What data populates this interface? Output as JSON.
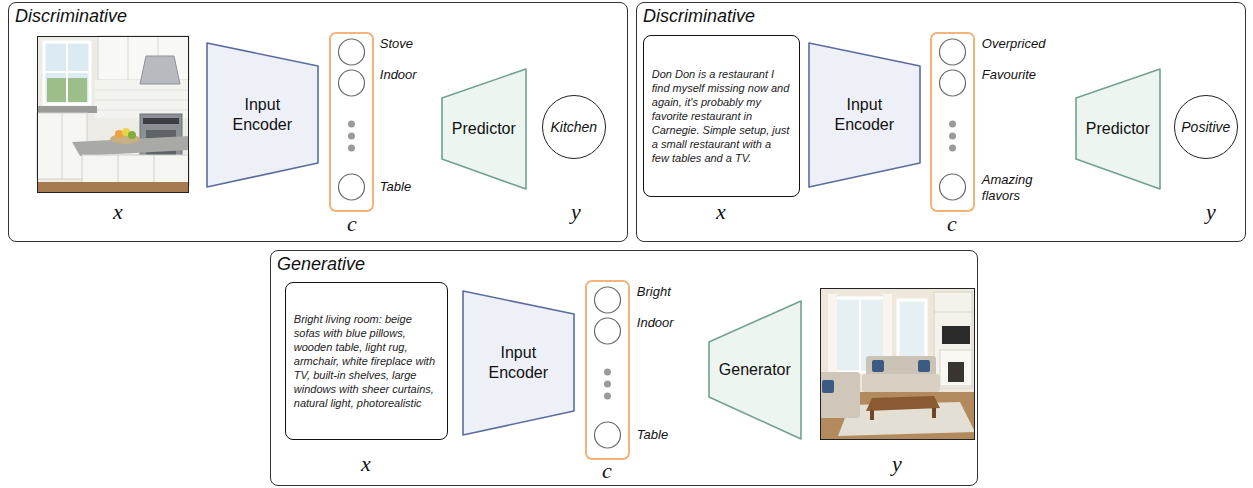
{
  "diagram": {
    "nodes": [
      {
        "text": [
          "Discriminative"
        ]
      },
      {
        "text": [
          "Input Encoder"
        ],
        "in": 0
      },
      {
        "text": [
          "Stove",
          "Indoor",
          "Table"
        ],
        "in": 0
      },
      {
        "text": [
          "Predictor"
        ],
        "in": 0
      },
      {
        "text": [
          "Kitchen"
        ],
        "in": 0
      },
      {
        "text": [
          "Discriminative"
        ]
      },
      {
        "text": [
          "Don Don is a restaurant I find myself missing now and again, it's probably my favorite restaurant in Carnegie. Simple setup, just a small restaurant with a few tables and a TV."
        ],
        "in": 5
      },
      {
        "text": [
          "Input Encoder"
        ],
        "in": 5
      },
      {
        "text": [
          "Overpriced",
          "Favourite",
          "Amazing flavors"
        ],
        "in": 5
      },
      {
        "text": [
          "Predictor"
        ],
        "in": 5
      },
      {
        "text": [
          "Positive"
        ],
        "in": 5
      },
      {
        "text": [
          "Generative"
        ]
      },
      {
        "text": [
          "Bright living room: beige sofas with blue pillows, wooden table, light rug, armchair, white fireplace with TV, built-in shelves, large windows with sheer curtains, natural light, photorealistic"
        ],
        "in": 11
      },
      {
        "text": [
          "Input Encoder"
        ],
        "in": 11
      },
      {
        "text": [
          "Bright",
          "Indoor",
          "Table"
        ],
        "in": 11
      },
      {
        "text": [
          "Generator"
        ],
        "in": 11
      }
    ],
    "labels": [
      "x",
      "c",
      "y",
      "x",
      "c",
      "y",
      "x",
      "c",
      "y"
    ]
  }
}
